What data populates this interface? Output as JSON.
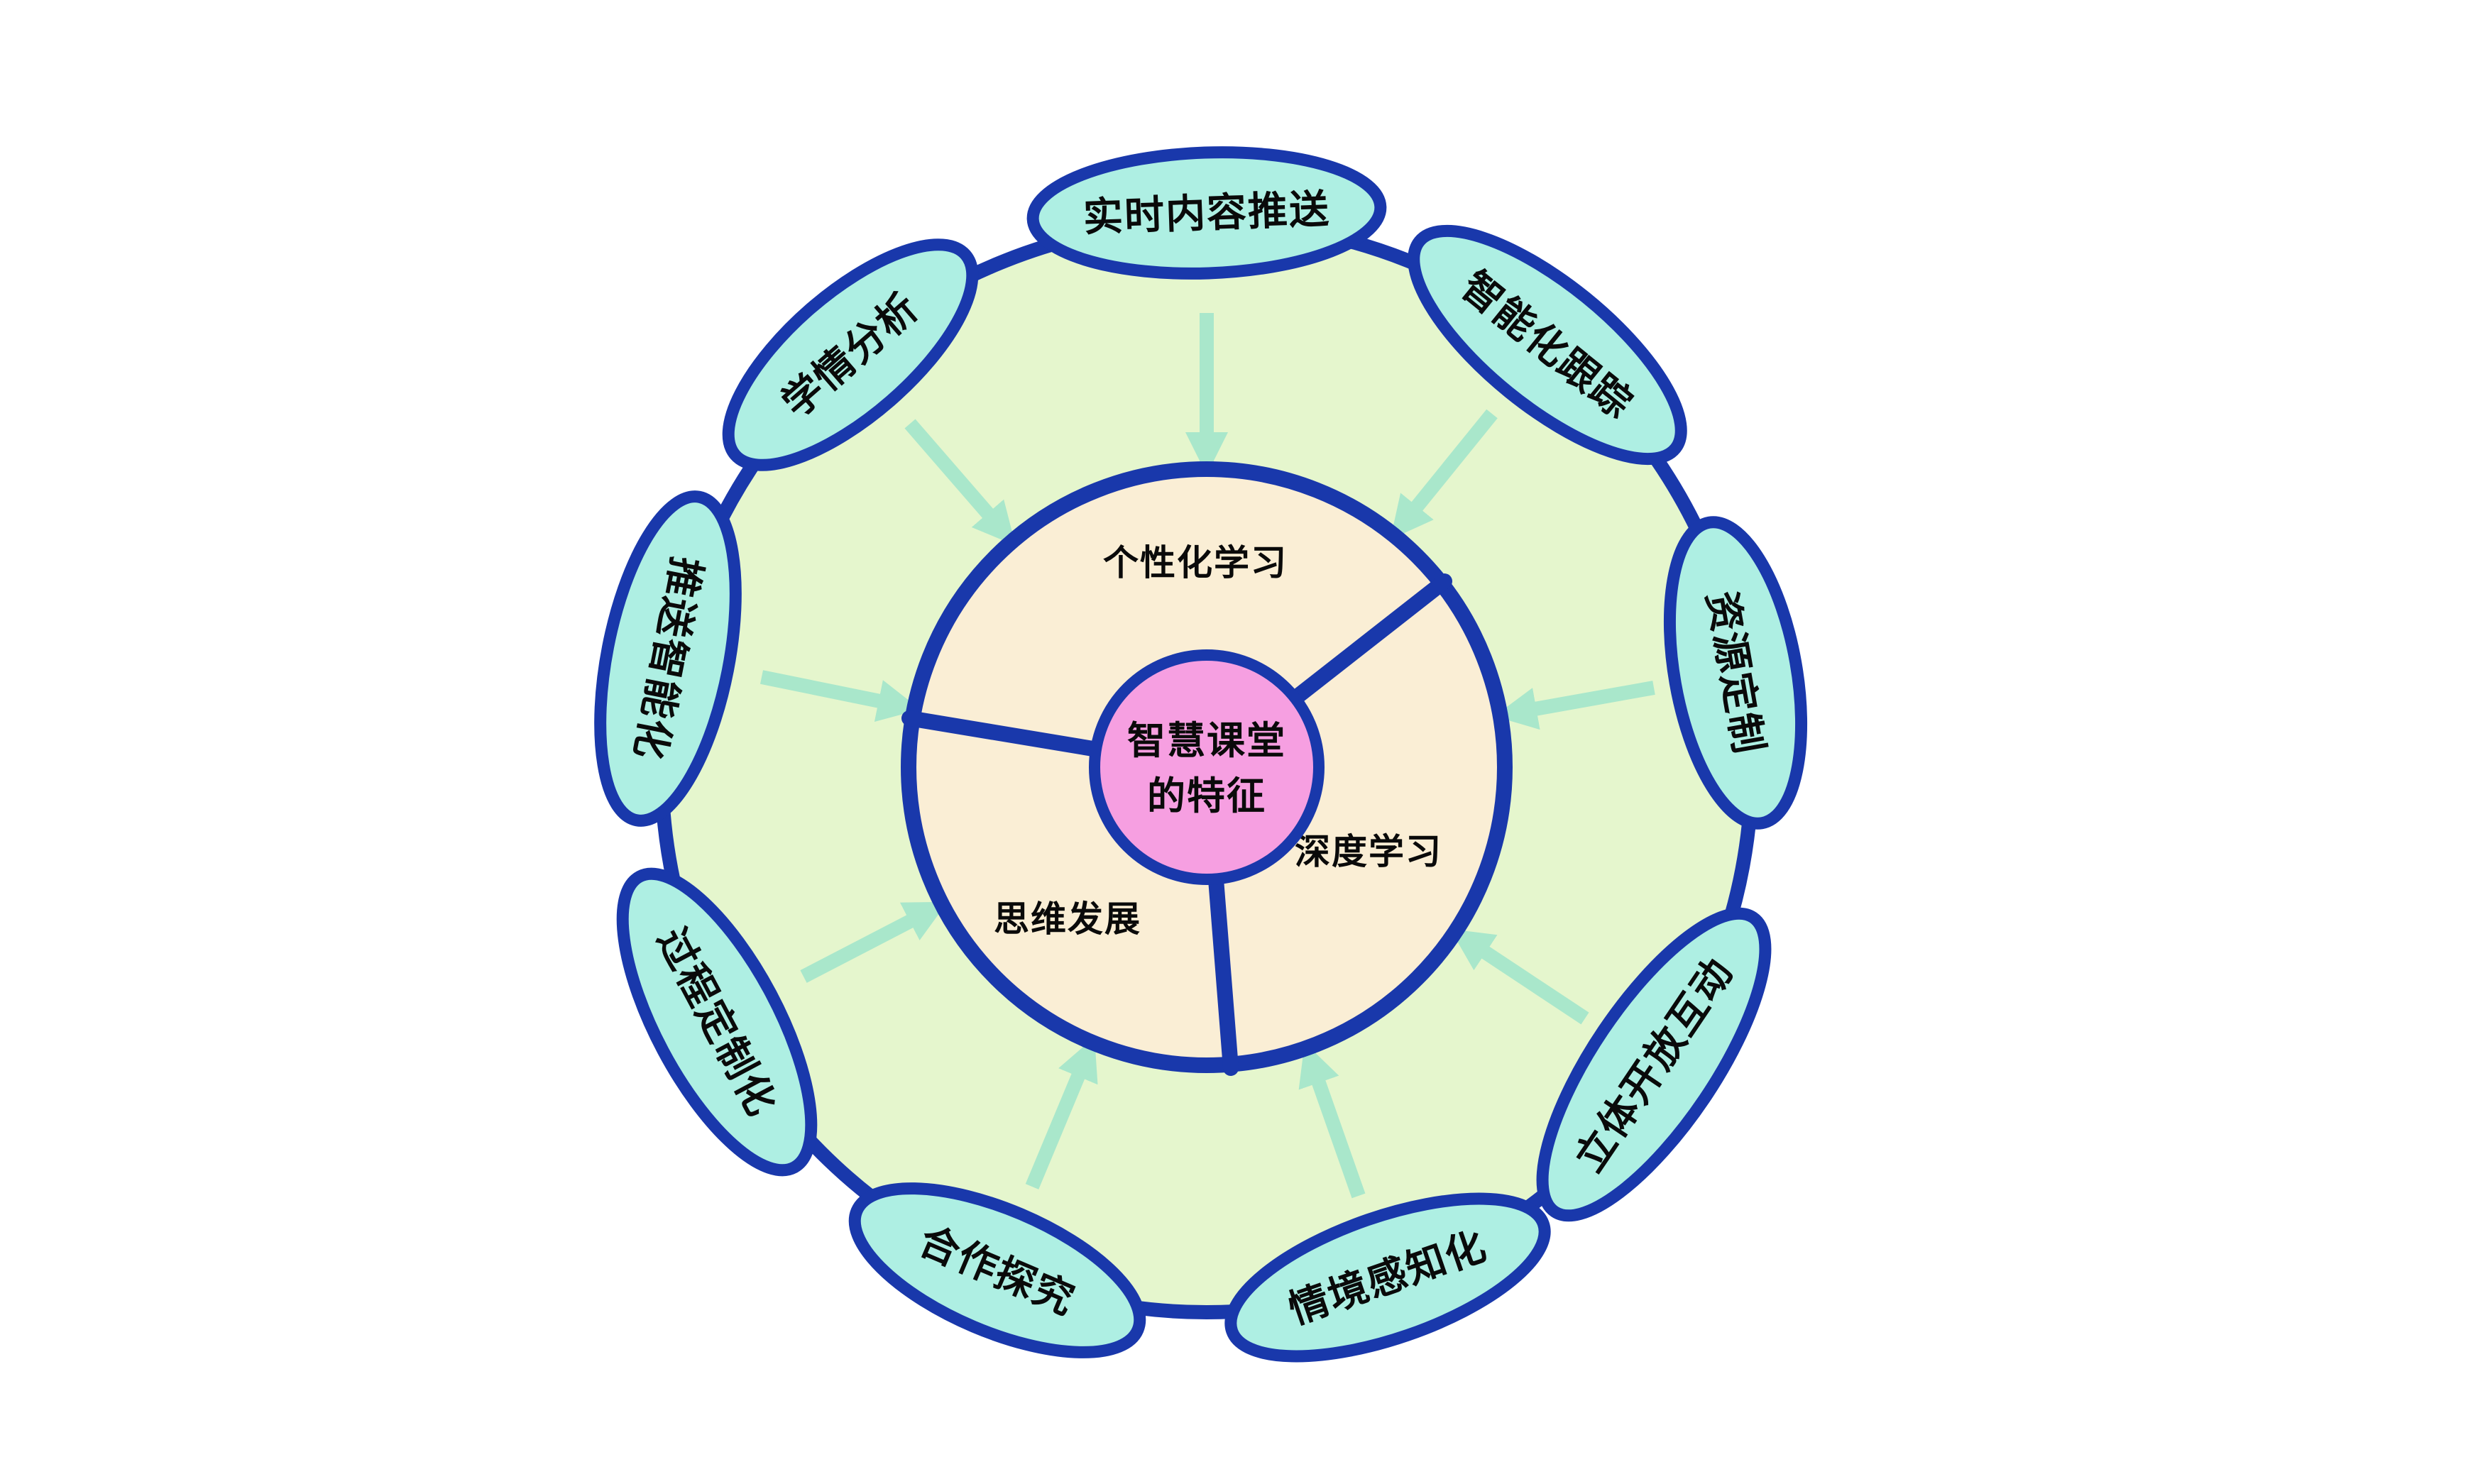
{
  "diagram": {
    "center": {
      "line1": "智慧课堂",
      "line2": "的特征"
    },
    "sectors": [
      {
        "label": "个性化学习"
      },
      {
        "label": "深度学习"
      },
      {
        "label": "思维发展"
      }
    ],
    "satellites": [
      {
        "label": "实时内容推送"
      },
      {
        "label": "学情分析"
      },
      {
        "label": "智能化跟踪"
      },
      {
        "label": "资源定制"
      },
      {
        "label": "立体开放互动"
      },
      {
        "label": "情境感知化"
      },
      {
        "label": "合作探究"
      },
      {
        "label": "过程定制化"
      },
      {
        "label": "推送智能化"
      }
    ]
  },
  "colors": {
    "navy": "#1938ab",
    "ring-green": "#e5f6cd",
    "disc-cream": "#faeed5",
    "center-pink": "#f69fe1",
    "satellite-cyan": "#aeefe3",
    "arrow-mint": "#a9e7cb",
    "text": "#0a0a0a",
    "background": "#ffffff"
  }
}
